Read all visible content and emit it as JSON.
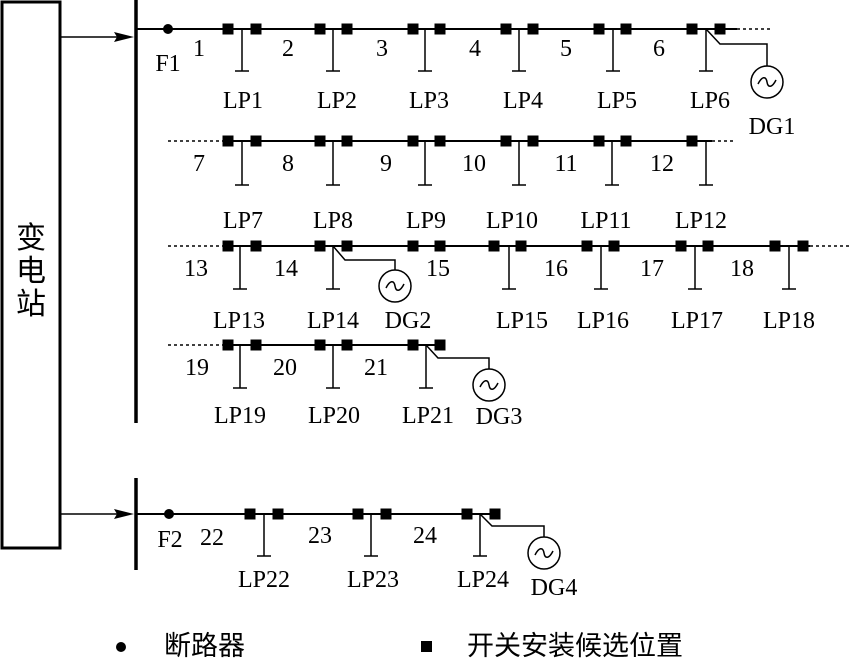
{
  "substation_label": "变电站",
  "feeders": [
    {
      "label": "F1"
    },
    {
      "label": "F2"
    }
  ],
  "sections": [
    "1",
    "2",
    "3",
    "4",
    "5",
    "6",
    "7",
    "8",
    "9",
    "10",
    "11",
    "12",
    "13",
    "14",
    "15",
    "16",
    "17",
    "18",
    "19",
    "20",
    "21",
    "22",
    "23",
    "24"
  ],
  "loads": [
    "LP1",
    "LP2",
    "LP3",
    "LP4",
    "LP5",
    "LP6",
    "LP7",
    "LP8",
    "LP9",
    "LP10",
    "LP11",
    "LP12",
    "LP13",
    "LP14",
    "LP15",
    "LP16",
    "LP17",
    "LP18",
    "LP19",
    "LP20",
    "LP21",
    "LP22",
    "LP23",
    "LP24"
  ],
  "generators": [
    "DG1",
    "DG2",
    "DG3",
    "DG4"
  ],
  "legend": {
    "breaker_label": "断路器",
    "switch_label": "开关安装候选位置",
    "breaker_symbol": "●",
    "switch_symbol": "■"
  }
}
